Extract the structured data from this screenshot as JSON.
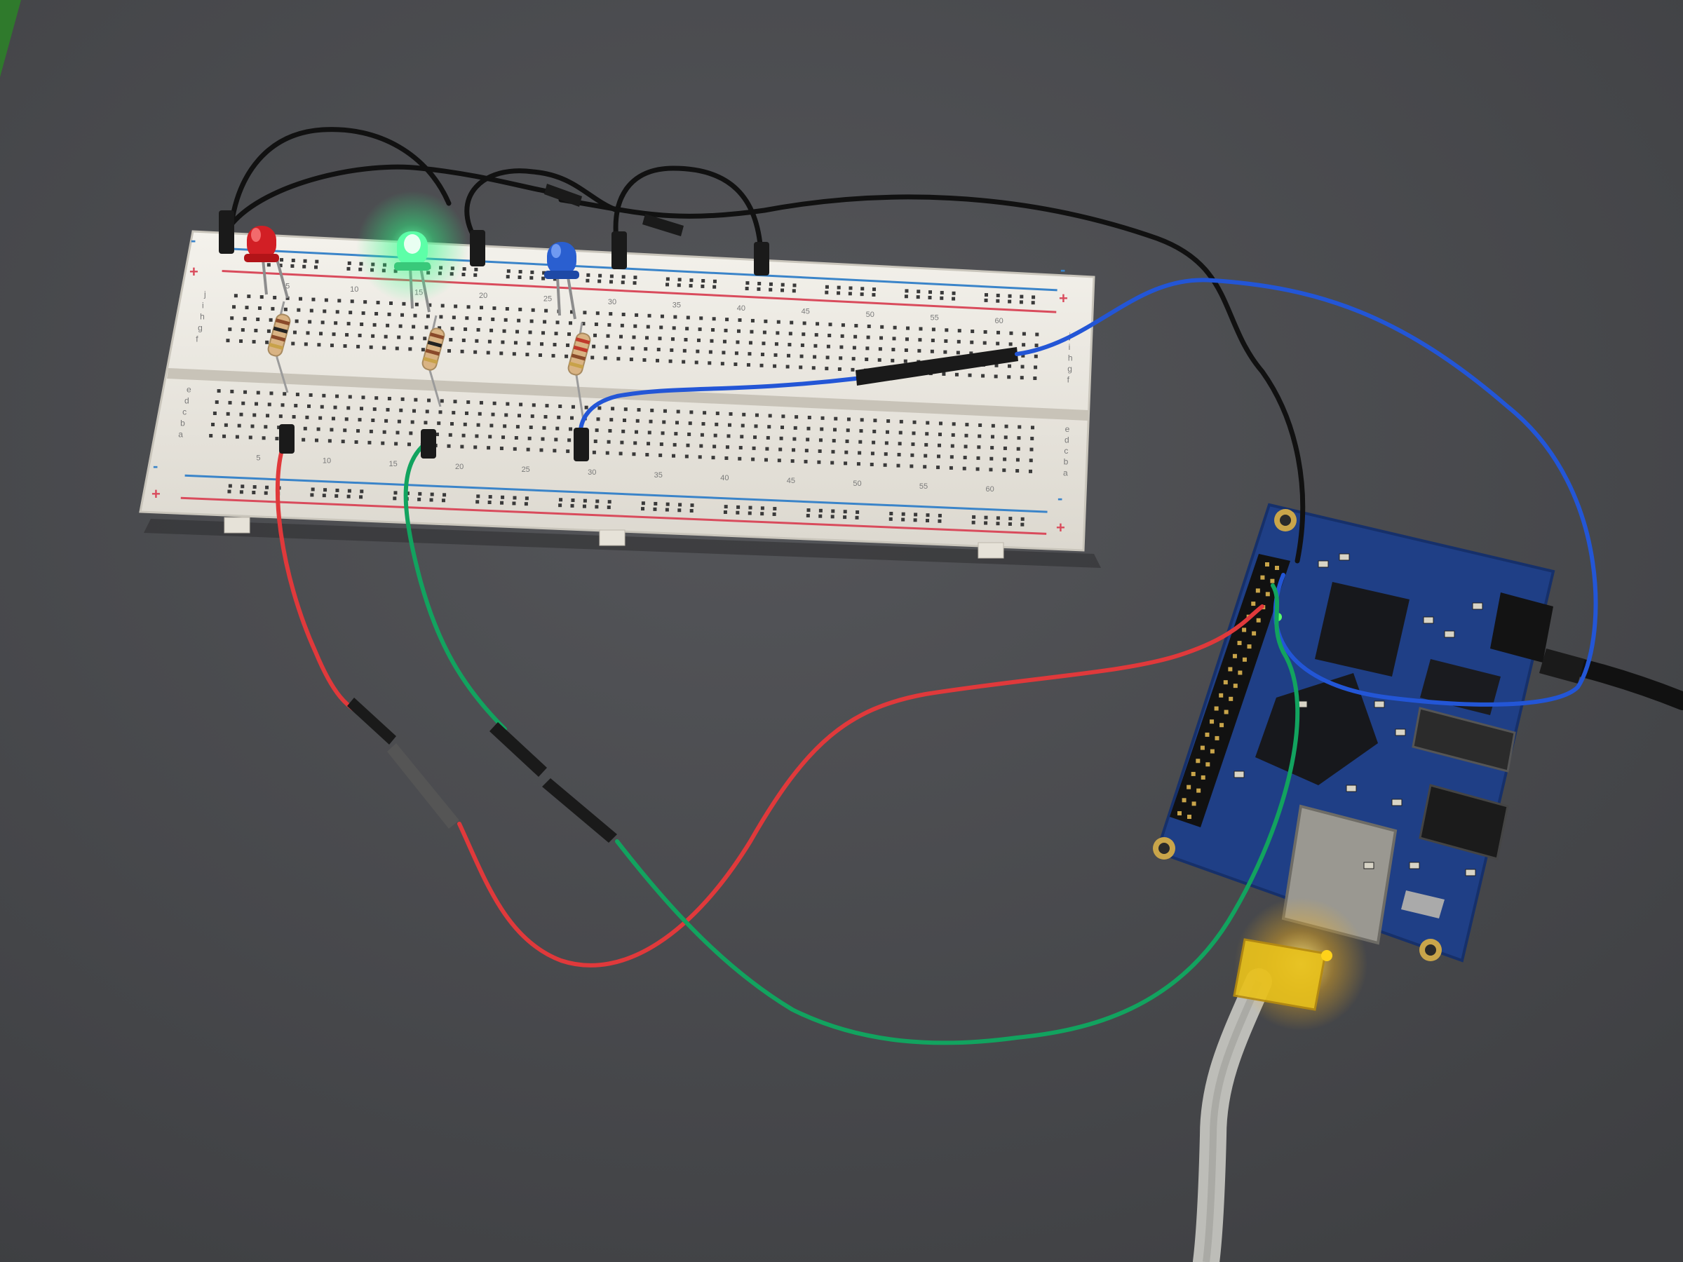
{
  "scene": {
    "background": "#4a4b4e",
    "subject": "breadboard-led-circuit-with-single-board-computer"
  },
  "breadboard": {
    "body_color": "#eeebe2",
    "hole_color": "#3a3a3a",
    "column_numbers": [
      "5",
      "10",
      "15",
      "20",
      "25",
      "30",
      "35",
      "40",
      "45",
      "50",
      "55",
      "60"
    ],
    "row_letters_upper": [
      "j",
      "i",
      "h",
      "g",
      "f"
    ],
    "row_letters_lower": [
      "e",
      "d",
      "c",
      "b",
      "a"
    ],
    "rail_plus": "+",
    "rail_minus": "-",
    "rail_red": "#d94b5c",
    "rail_blue": "#3a84c9"
  },
  "leds": [
    {
      "color_name": "red",
      "color": "#e0262a",
      "lit": false
    },
    {
      "color_name": "green",
      "color": "#3cff8a",
      "lit": true
    },
    {
      "color_name": "blue",
      "color": "#2f6de0",
      "lit": false
    }
  ],
  "resistors": [
    {
      "body_color": "#d9b383",
      "bands": [
        "#8a4a2a",
        "#222222",
        "#8a4a2a",
        "#c8a24a"
      ]
    },
    {
      "body_color": "#d9b383",
      "bands": [
        "#8a4a2a",
        "#222222",
        "#8a4a2a",
        "#c8a24a"
      ]
    },
    {
      "body_color": "#d9b383",
      "bands": [
        "#c0392b",
        "#c0392b",
        "#8a4a2a",
        "#c8a24a"
      ]
    }
  ],
  "wires": [
    {
      "color_name": "black",
      "color": "#111111"
    },
    {
      "color_name": "red",
      "color": "#e0393b"
    },
    {
      "color_name": "green",
      "color": "#12a35f"
    },
    {
      "color_name": "blue",
      "color": "#2356d6"
    }
  ],
  "board": {
    "pcb_color": "#1f3f86",
    "chip_color": "#17181c",
    "network_led_color": "#ffd21a",
    "cable_color": "#bdbdb8"
  }
}
